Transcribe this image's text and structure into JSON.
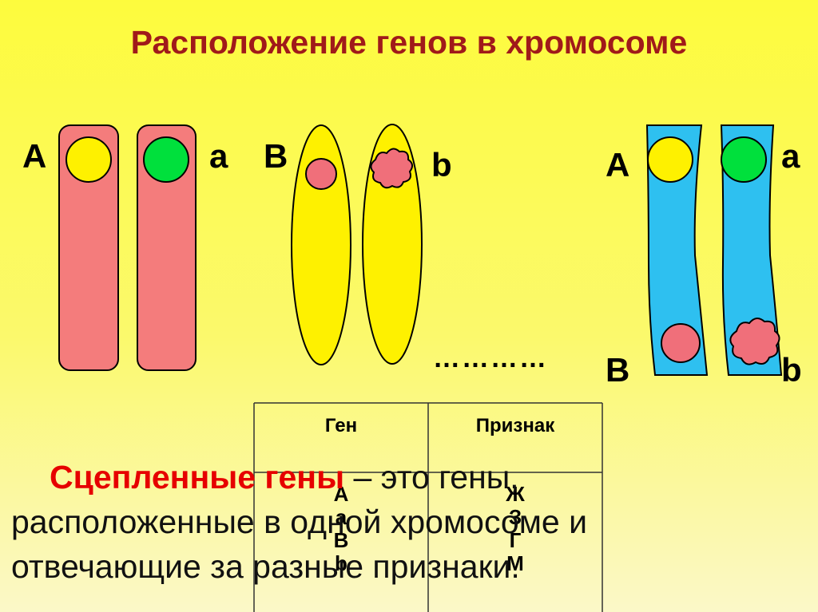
{
  "title": "Расположение генов в хромосоме",
  "pair1": {
    "left_label": "A",
    "right_label": "a",
    "left_color": "#fef100",
    "right_color": "#00e03c",
    "body_color": "#f47c7c"
  },
  "pair2": {
    "left_label": "B",
    "right_label": "b",
    "body_color": "#fef100",
    "gene_color": "#f06f7a"
  },
  "pair3": {
    "top_left": "A",
    "top_right": "a",
    "bottom_left": "B",
    "bottom_right": "b",
    "body_color": "#2ec0f0"
  },
  "dots": "…………",
  "table": {
    "headers": [
      "Ген",
      "Признак"
    ],
    "genes": [
      "A",
      "a",
      "B",
      "b"
    ],
    "traits": [
      "Ж",
      "З",
      "Г",
      "М"
    ]
  },
  "definition": {
    "term": "Сцепленные гены",
    "rest1": " – это гены,",
    "line2": "расположенные в одной хромосоме и",
    "line3": "отвечающие за разные признаки."
  }
}
